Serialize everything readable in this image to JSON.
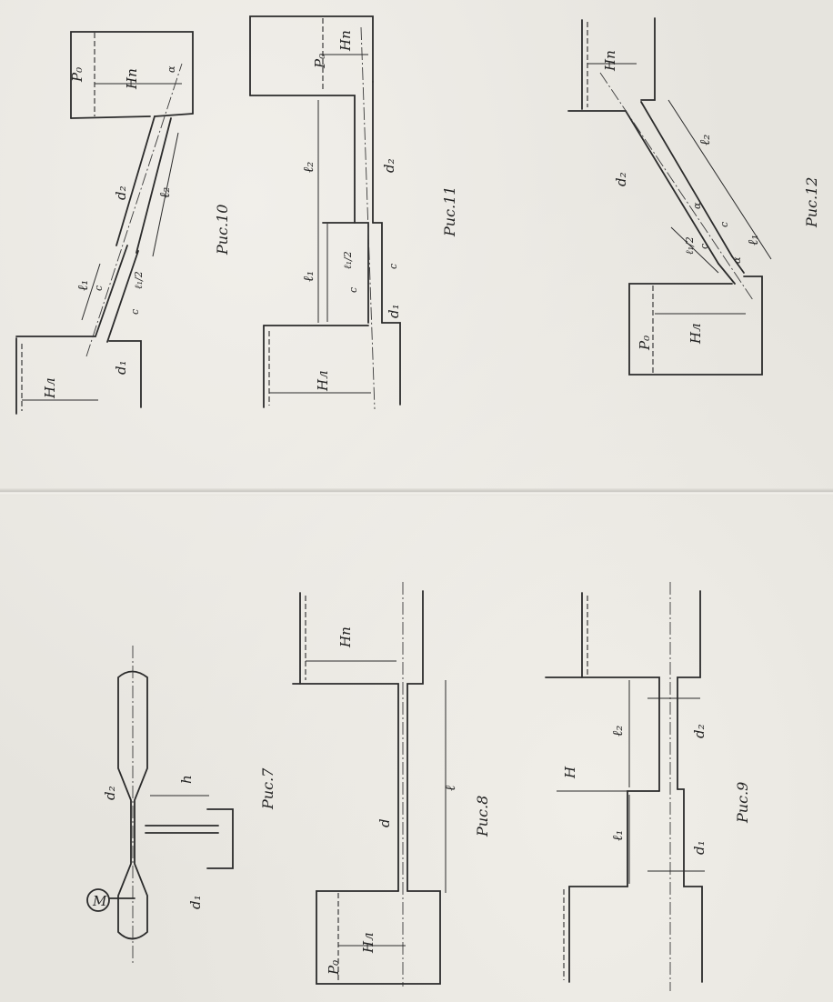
{
  "figures": {
    "fig7": {
      "caption": "Рис.7",
      "labels": {
        "motor": "M",
        "d2": "d₂",
        "d1": "d₁",
        "h": "h"
      }
    },
    "fig8": {
      "caption": "Рис.8",
      "labels": {
        "p0": "P₀",
        "hn": "Hп",
        "hl": "Hл",
        "d": "d",
        "l": "ℓ"
      }
    },
    "fig9": {
      "caption": "Рис.9",
      "labels": {
        "h": "H",
        "l1": "ℓ₁",
        "l2": "ℓ₂",
        "d1": "d₁",
        "d2": "d₂"
      }
    },
    "fig10": {
      "caption": "Рис.10",
      "labels": {
        "p0": "P₀",
        "hn": "Hп",
        "hl": "Hл",
        "d1": "d₁",
        "d2": "d₂",
        "l1": "ℓ₁",
        "l2": "ℓ₂",
        "c": "c",
        "c2": "c",
        "l1half": "ℓ₁/2",
        "alpha": "α"
      }
    },
    "fig11": {
      "caption": "Рис.11",
      "labels": {
        "p0": "P₀",
        "hn": "Hп",
        "hl": "Hл",
        "l1": "ℓ₁",
        "l2": "ℓ₂",
        "l1half": "ℓ₁/2",
        "c": "c",
        "c2": "c",
        "d1": "d₁",
        "d2": "d₂"
      }
    },
    "fig12": {
      "caption": "Рис.12",
      "labels": {
        "hn": "Hп",
        "hl": "Hл",
        "p0": "P₀",
        "d2": "d₂",
        "l1": "ℓ₁",
        "l2": "ℓ₂",
        "l1half": "ℓ₁/2",
        "c": "c",
        "c2": "c",
        "alpha": "α",
        "alpha2": "α"
      }
    }
  }
}
